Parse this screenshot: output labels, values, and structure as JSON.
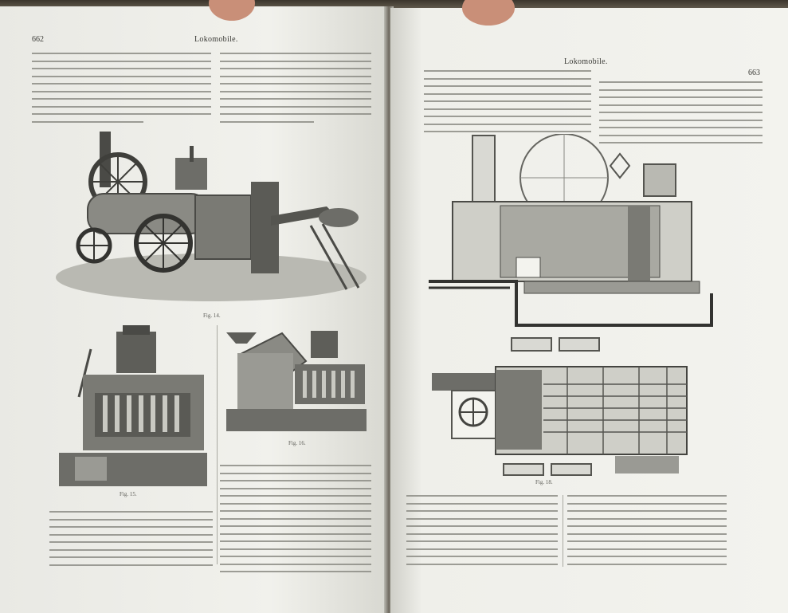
{
  "left_page": {
    "page_number": "662",
    "running_head": "Lokomobile.",
    "captions": {
      "top_figure": "Fig. 14.",
      "lower_left_figure": "Fig. 15.",
      "lower_right_figure": "Fig. 16."
    }
  },
  "right_page": {
    "page_number": "663",
    "running_head": "Lokomobile.",
    "captions": {
      "lower_figure": "Fig. 18."
    }
  },
  "colors": {
    "paper": "#f1f1ec",
    "ink": "#3a3a36",
    "engraving": "#6b6b66"
  }
}
